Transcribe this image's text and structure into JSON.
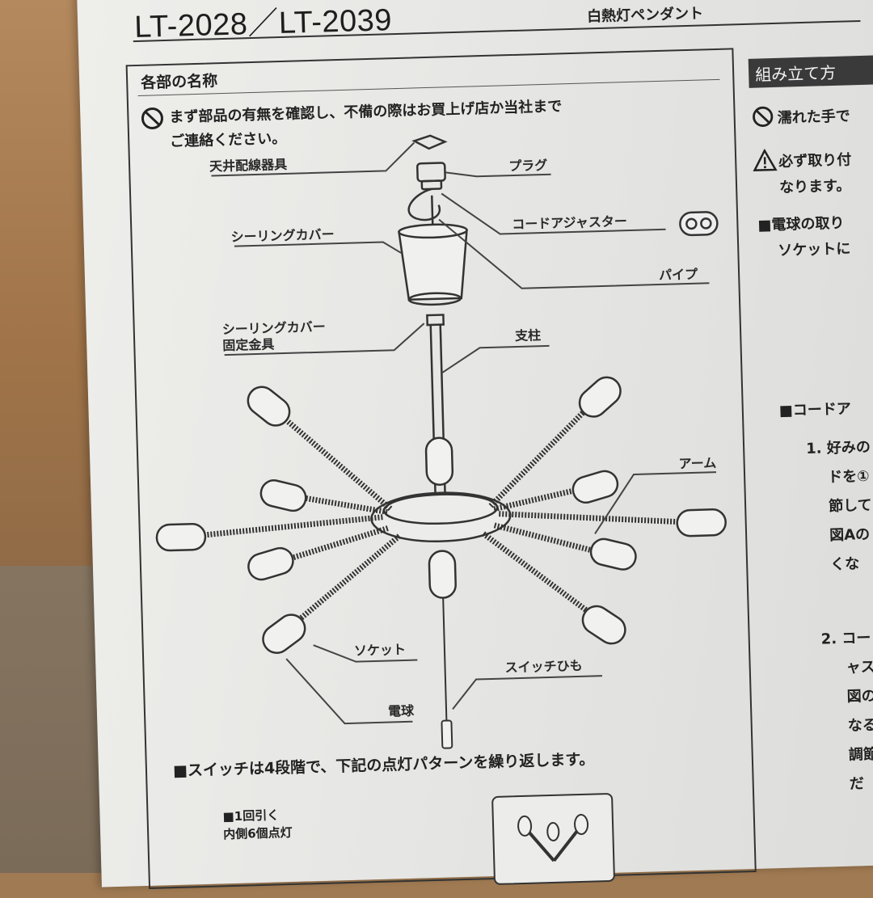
{
  "header": {
    "model": "LT-2028／LT-2039",
    "subtitle": "白熱灯ペンダント"
  },
  "parts_section": {
    "title": "各部の名称",
    "warning_line1": "まず部品の有無を確認し、不備の際はお買上げ店か当社まで",
    "warning_line2": "ご連絡ください。",
    "labels": {
      "ceiling_fixture": "天井配線器具",
      "plug": "プラグ",
      "ceiling_cover": "シーリングカバー",
      "cord_adjuster": "コードアジャスター",
      "pipe": "パイプ",
      "cover_bracket_1": "シーリングカバー",
      "cover_bracket_2": "固定金具",
      "post": "支柱",
      "arm": "アーム",
      "socket": "ソケット",
      "switch_cord": "スイッチひも",
      "bulb": "電球"
    }
  },
  "switch_section": {
    "note": "■スイッチは4段階で、下記の点灯パターンを繰り返します。",
    "step1_line1": "■1回引く",
    "step1_line2": "内側6個点灯"
  },
  "assembly_section": {
    "title": "組み立て方",
    "lines": [
      "濡れた手で",
      "必ず取り付",
      "なります。",
      "■電球の取り",
      "ソケットに",
      "■コードア",
      "1. 好みの",
      "ドを①",
      "節して",
      "図Aの",
      "くな",
      "2. コー",
      "ャス",
      "図の",
      "なる",
      "調節",
      "だ"
    ]
  }
}
